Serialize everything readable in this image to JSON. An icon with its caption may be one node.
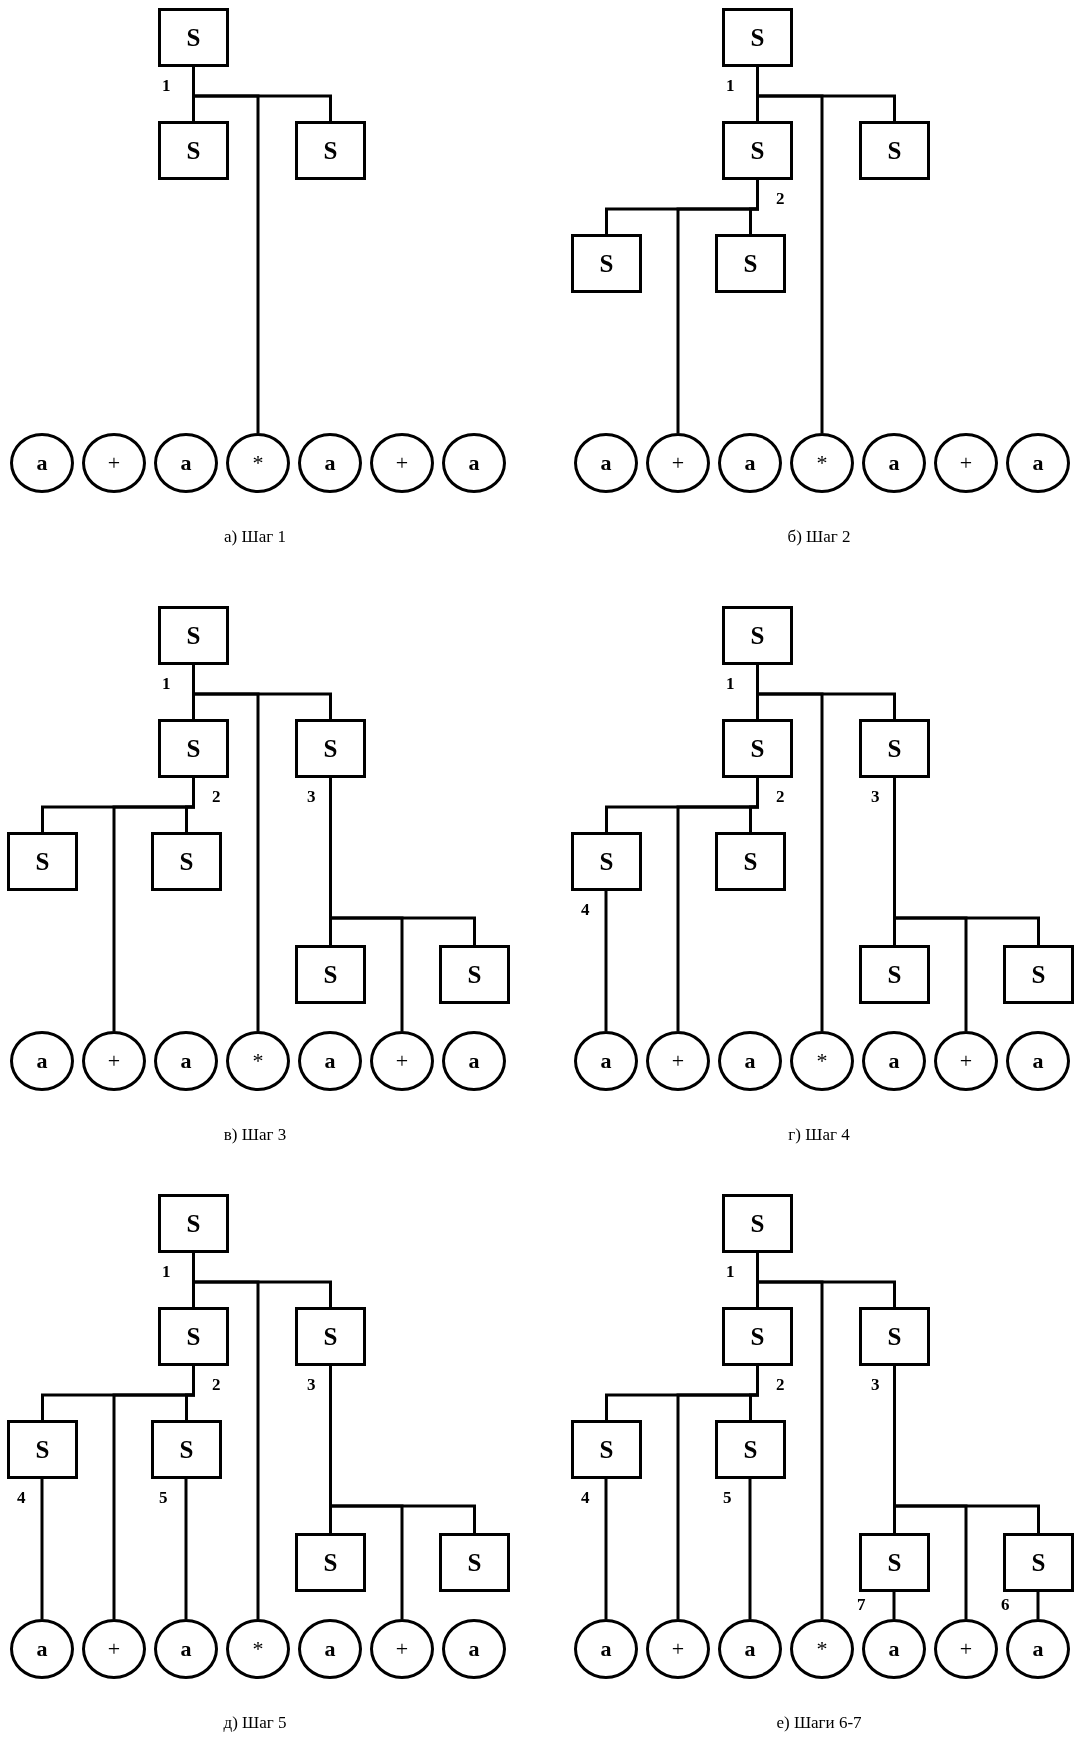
{
  "diagram": {
    "nodes": [
      {
        "text": [
          "S"
        ],
        "beside": [
          "1"
        ]
      },
      {
        "text": [
          "S"
        ]
      },
      {
        "text": [
          "S"
        ]
      },
      {
        "text": [
          "a"
        ]
      },
      {
        "text": [
          "+"
        ]
      },
      {
        "text": [
          "a"
        ]
      },
      {
        "text": [
          "*"
        ]
      },
      {
        "text": [
          "a"
        ]
      },
      {
        "text": [
          "+"
        ]
      },
      {
        "text": [
          "a"
        ]
      },
      {
        "text": [
          "S"
        ],
        "beside": [
          "1"
        ]
      },
      {
        "text": [
          "S"
        ],
        "beside": [
          "2"
        ]
      },
      {
        "text": [
          "S"
        ]
      },
      {
        "text": [
          "S"
        ]
      },
      {
        "text": [
          "S"
        ]
      },
      {
        "text": [
          "a"
        ]
      },
      {
        "text": [
          "+"
        ]
      },
      {
        "text": [
          "a"
        ]
      },
      {
        "text": [
          "*"
        ]
      },
      {
        "text": [
          "a"
        ]
      },
      {
        "text": [
          "+"
        ]
      },
      {
        "text": [
          "a"
        ]
      },
      {
        "text": [
          "S"
        ],
        "beside": [
          "1"
        ]
      },
      {
        "text": [
          "S"
        ],
        "beside": [
          "2"
        ]
      },
      {
        "text": [
          "S"
        ],
        "beside": [
          "3"
        ]
      },
      {
        "text": [
          "S"
        ]
      },
      {
        "text": [
          "S"
        ]
      },
      {
        "text": [
          "S"
        ]
      },
      {
        "text": [
          "S"
        ]
      },
      {
        "text": [
          "a"
        ]
      },
      {
        "text": [
          "+"
        ]
      },
      {
        "text": [
          "a"
        ]
      },
      {
        "text": [
          "*"
        ]
      },
      {
        "text": [
          "a"
        ]
      },
      {
        "text": [
          "+"
        ]
      },
      {
        "text": [
          "a"
        ]
      },
      {
        "text": [
          "S"
        ],
        "beside": [
          "1"
        ]
      },
      {
        "text": [
          "S"
        ],
        "beside": [
          "2"
        ]
      },
      {
        "text": [
          "S"
        ],
        "beside": [
          "3"
        ]
      },
      {
        "text": [
          "S"
        ],
        "beside": [
          "4"
        ]
      },
      {
        "text": [
          "S"
        ]
      },
      {
        "text": [
          "S"
        ]
      },
      {
        "text": [
          "S"
        ]
      },
      {
        "text": [
          "a"
        ]
      },
      {
        "text": [
          "+"
        ]
      },
      {
        "text": [
          "a"
        ]
      },
      {
        "text": [
          "*"
        ]
      },
      {
        "text": [
          "a"
        ]
      },
      {
        "text": [
          "+"
        ]
      },
      {
        "text": [
          "a"
        ]
      },
      {
        "text": [
          "S"
        ],
        "beside": [
          "1"
        ]
      },
      {
        "text": [
          "S"
        ],
        "beside": [
          "2"
        ]
      },
      {
        "text": [
          "S"
        ],
        "beside": [
          "3"
        ]
      },
      {
        "text": [
          "S"
        ],
        "beside": [
          "4"
        ]
      },
      {
        "text": [
          "S"
        ],
        "beside": [
          "5"
        ]
      },
      {
        "text": [
          "S"
        ]
      },
      {
        "text": [
          "S"
        ]
      },
      {
        "text": [
          "a"
        ]
      },
      {
        "text": [
          "+"
        ]
      },
      {
        "text": [
          "a"
        ]
      },
      {
        "text": [
          "*"
        ]
      },
      {
        "text": [
          "a"
        ]
      },
      {
        "text": [
          "+"
        ]
      },
      {
        "text": [
          "a"
        ]
      },
      {
        "text": [
          "S"
        ],
        "beside": [
          "1"
        ]
      },
      {
        "text": [
          "S"
        ],
        "beside": [
          "2"
        ]
      },
      {
        "text": [
          "S"
        ],
        "beside": [
          "3"
        ]
      },
      {
        "text": [
          "S"
        ],
        "beside": [
          "4"
        ]
      },
      {
        "text": [
          "S"
        ],
        "beside": [
          "5"
        ]
      },
      {
        "text": [
          "S"
        ],
        "beside": [
          "7"
        ]
      },
      {
        "text": [
          "S"
        ],
        "beside": [
          "6"
        ]
      },
      {
        "text": [
          "a"
        ]
      },
      {
        "text": [
          "+"
        ]
      },
      {
        "text": [
          "a"
        ]
      },
      {
        "text": [
          "*"
        ]
      },
      {
        "text": [
          "a"
        ]
      },
      {
        "text": [
          "+"
        ]
      },
      {
        "text": [
          "a"
        ]
      }
    ],
    "edges": [
      {
        "from": 0,
        "to": 1,
        "arrow": "none"
      },
      {
        "from": 0,
        "to": 6,
        "arrow": "none"
      },
      {
        "from": 0,
        "to": 2,
        "arrow": "none"
      },
      {
        "from": 10,
        "to": 11,
        "arrow": "none"
      },
      {
        "from": 10,
        "to": 18,
        "arrow": "none"
      },
      {
        "from": 10,
        "to": 12,
        "arrow": "none"
      },
      {
        "from": 11,
        "to": 13,
        "arrow": "none"
      },
      {
        "from": 11,
        "to": 16,
        "arrow": "none"
      },
      {
        "from": 11,
        "to": 14,
        "arrow": "none"
      },
      {
        "from": 22,
        "to": 23,
        "arrow": "none"
      },
      {
        "from": 22,
        "to": 32,
        "arrow": "none"
      },
      {
        "from": 22,
        "to": 24,
        "arrow": "none"
      },
      {
        "from": 23,
        "to": 25,
        "arrow": "none"
      },
      {
        "from": 23,
        "to": 30,
        "arrow": "none"
      },
      {
        "from": 23,
        "to": 26,
        "arrow": "none"
      },
      {
        "from": 24,
        "to": 27,
        "arrow": "none"
      },
      {
        "from": 24,
        "to": 34,
        "arrow": "none"
      },
      {
        "from": 24,
        "to": 28,
        "arrow": "none"
      },
      {
        "from": 36,
        "to": 37,
        "arrow": "none"
      },
      {
        "from": 36,
        "to": 46,
        "arrow": "none"
      },
      {
        "from": 36,
        "to": 38,
        "arrow": "none"
      },
      {
        "from": 37,
        "to": 39,
        "arrow": "none"
      },
      {
        "from": 37,
        "to": 44,
        "arrow": "none"
      },
      {
        "from": 37,
        "to": 40,
        "arrow": "none"
      },
      {
        "from": 38,
        "to": 41,
        "arrow": "none"
      },
      {
        "from": 38,
        "to": 48,
        "arrow": "none"
      },
      {
        "from": 38,
        "to": 42,
        "arrow": "none"
      },
      {
        "from": 39,
        "to": 43,
        "arrow": "none"
      },
      {
        "from": 50,
        "to": 51,
        "arrow": "none"
      },
      {
        "from": 50,
        "to": 60,
        "arrow": "none"
      },
      {
        "from": 50,
        "to": 52,
        "arrow": "none"
      },
      {
        "from": 51,
        "to": 53,
        "arrow": "none"
      },
      {
        "from": 51,
        "to": 58,
        "arrow": "none"
      },
      {
        "from": 51,
        "to": 54,
        "arrow": "none"
      },
      {
        "from": 52,
        "to": 55,
        "arrow": "none"
      },
      {
        "from": 52,
        "to": 62,
        "arrow": "none"
      },
      {
        "from": 52,
        "to": 56,
        "arrow": "none"
      },
      {
        "from": 53,
        "to": 57,
        "arrow": "none"
      },
      {
        "from": 54,
        "to": 59,
        "arrow": "none"
      },
      {
        "from": 64,
        "to": 65,
        "arrow": "none"
      },
      {
        "from": 64,
        "to": 74,
        "arrow": "none"
      },
      {
        "from": 64,
        "to": 66,
        "arrow": "none"
      },
      {
        "from": 65,
        "to": 67,
        "arrow": "none"
      },
      {
        "from": 65,
        "to": 72,
        "arrow": "none"
      },
      {
        "from": 65,
        "to": 68,
        "arrow": "none"
      },
      {
        "from": 66,
        "to": 69,
        "arrow": "none"
      },
      {
        "from": 66,
        "to": 76,
        "arrow": "none"
      },
      {
        "from": 66,
        "to": 70,
        "arrow": "none"
      },
      {
        "from": 67,
        "to": 71,
        "arrow": "none"
      },
      {
        "from": 68,
        "to": 73,
        "arrow": "none"
      },
      {
        "from": 69,
        "to": 75,
        "arrow": "none"
      },
      {
        "from": 70,
        "to": 77,
        "arrow": "none"
      }
    ],
    "labels": [
      "а) Шаг 1",
      "б) Шаг 2",
      "в) Шаг 3",
      "г) Шаг 4",
      "д) Шаг 5",
      "е) Шаги 6-7"
    ]
  }
}
